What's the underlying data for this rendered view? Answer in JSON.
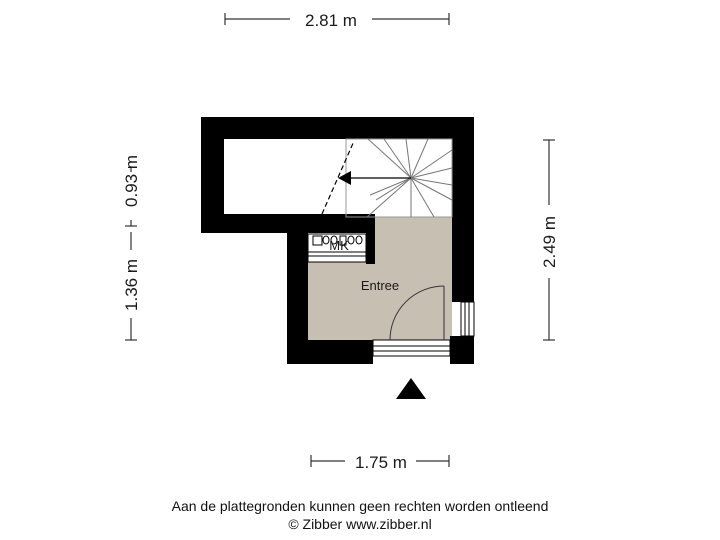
{
  "dimensions": {
    "top_width": "2.81 m",
    "bottom_width": "1.75 m",
    "right_height": "2.49 m",
    "left_upper_height": "0.93 m",
    "left_lower_height": "1.36 m"
  },
  "rooms": {
    "entree": "Entree",
    "meter_cupboard": "MK"
  },
  "footer": {
    "disclaimer": "Aan de plattegronden kunnen geen rechten worden ontleend",
    "copyright": "© Zibber www.zibber.nl"
  },
  "colors": {
    "wall": "#000000",
    "floor": "#c8bfb3",
    "background": "#ffffff"
  }
}
